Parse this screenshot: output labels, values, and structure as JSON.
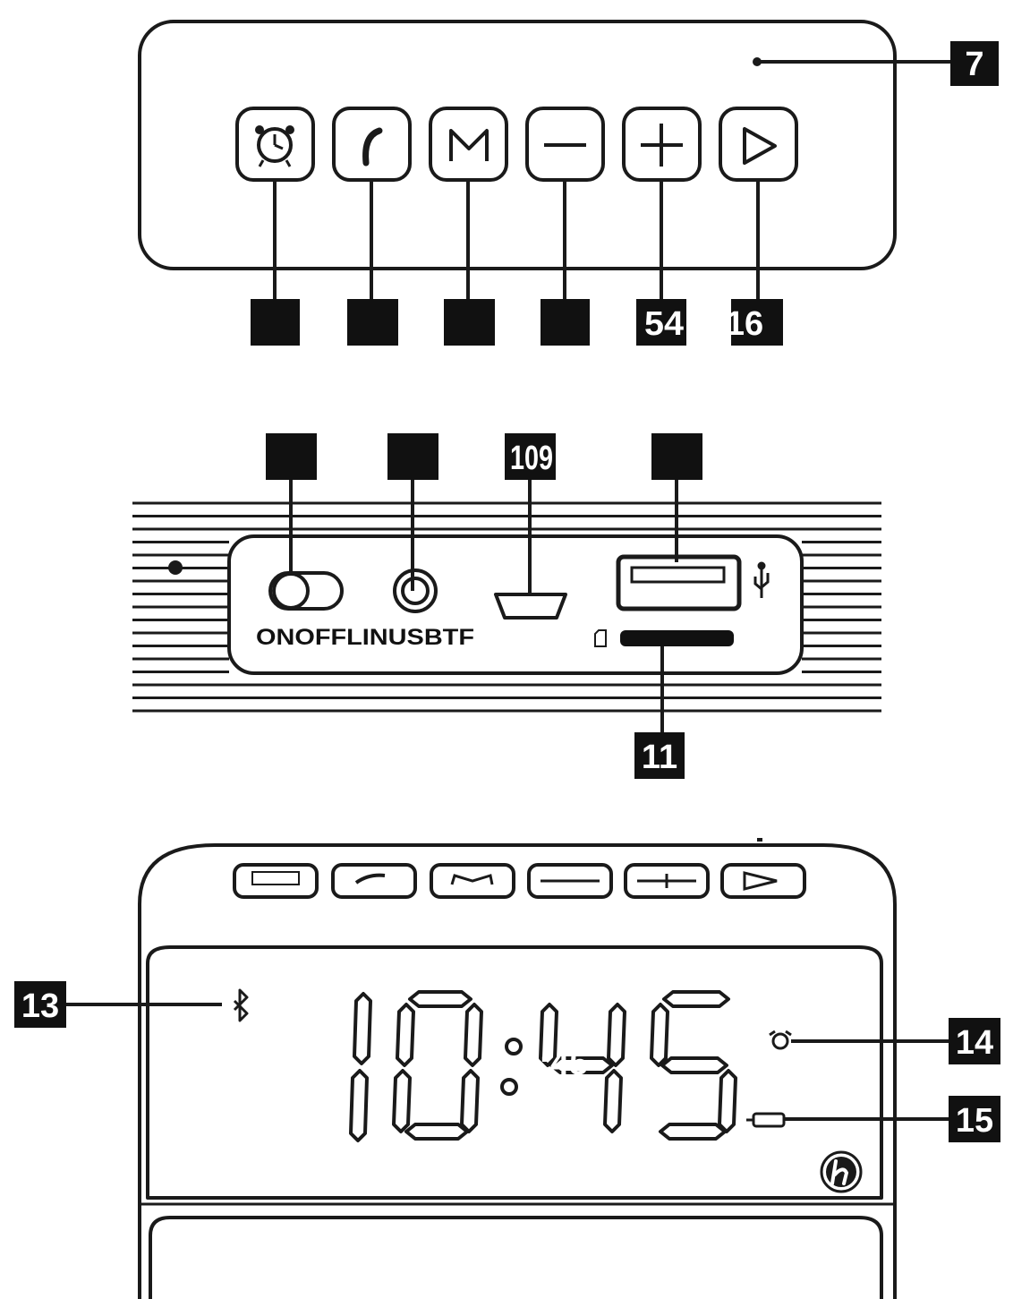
{
  "callouts": {
    "c1": "",
    "c2": "",
    "c3": "",
    "c4": "",
    "c5": "54",
    "c6": "16",
    "c7": "7",
    "c8": "",
    "c9": "",
    "c10": "109",
    "c12": "",
    "c11": "11",
    "c13": "13",
    "c14": "14",
    "c15": "15"
  },
  "ports": {
    "switch_label": "ONOFFLINUSBTF"
  },
  "buttons": {
    "alarm": "alarm-clock-icon",
    "phone": "phone-icon",
    "mode": "M",
    "minus": "minus-icon",
    "plus": "plus-icon",
    "play": "play-icon"
  },
  "display": {
    "time": "10:45"
  }
}
